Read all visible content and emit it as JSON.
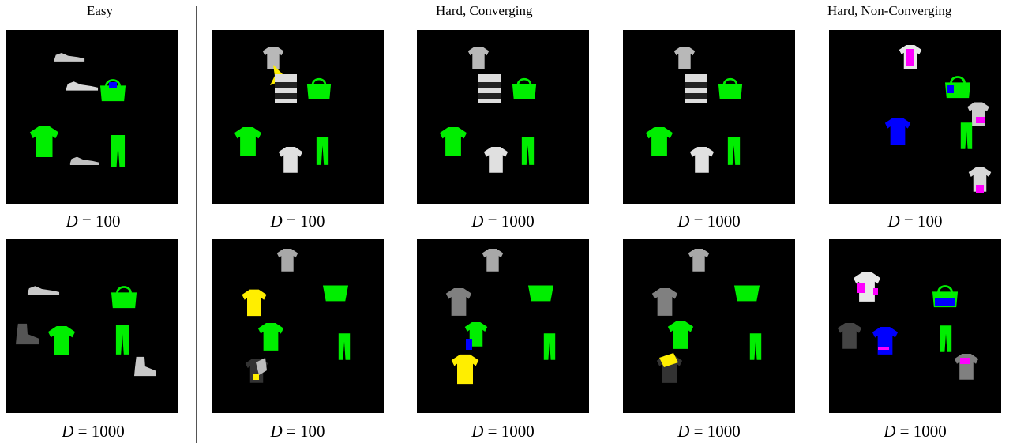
{
  "headers": {
    "easy": "Easy",
    "hard_converging": "Hard, Converging",
    "hard_non_converging": "Hard, Non-Converging"
  },
  "captions": {
    "p_0_0": {
      "var": "D",
      "eq": " = ",
      "val": "100"
    },
    "p_0_1": {
      "var": "D",
      "eq": " = ",
      "val": "100"
    },
    "p_0_2": {
      "var": "D",
      "eq": " = ",
      "val": "1000"
    },
    "p_0_3": {
      "var": "D",
      "eq": " = ",
      "val": "1000"
    },
    "p_0_4": {
      "var": "D",
      "eq": " = ",
      "val": "100"
    },
    "p_1_0": {
      "var": "D",
      "eq": " = ",
      "val": "1000"
    },
    "p_1_1": {
      "var": "D",
      "eq": " = ",
      "val": "100"
    },
    "p_1_2": {
      "var": "D",
      "eq": " = ",
      "val": "1000"
    },
    "p_1_3": {
      "var": "D",
      "eq": " = ",
      "val": "1000"
    },
    "p_1_4": {
      "var": "D",
      "eq": " = ",
      "val": "1000"
    }
  },
  "colors": {
    "background": "#000000",
    "green": "#00ee00",
    "yellow": "#ffee00",
    "blue": "#0000ff",
    "magenta": "#ff00ff",
    "gray": "#a8a8a8",
    "white": "#e8e8e8"
  }
}
